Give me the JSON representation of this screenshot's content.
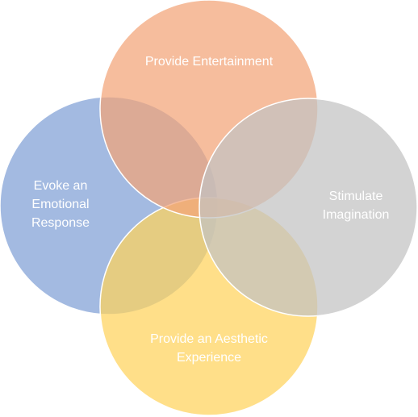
{
  "diagram": {
    "type": "venn",
    "stroke_color": "#ffffff",
    "circles": [
      {
        "id": "left",
        "label_lines": [
          "Evoke an",
          "Emotional",
          "Response"
        ],
        "color": "#7f9fd6"
      },
      {
        "id": "bottom",
        "label_lines": [
          "Provide an Aesthetic",
          "Experience"
        ],
        "color": "#ffd35c"
      },
      {
        "id": "top",
        "label_lines": [
          "Provide Entertainment"
        ],
        "color": "#f2a477"
      },
      {
        "id": "right",
        "label_lines": [
          "Stimulate",
          "Imagination"
        ],
        "color": "#c2c2c2"
      }
    ]
  }
}
